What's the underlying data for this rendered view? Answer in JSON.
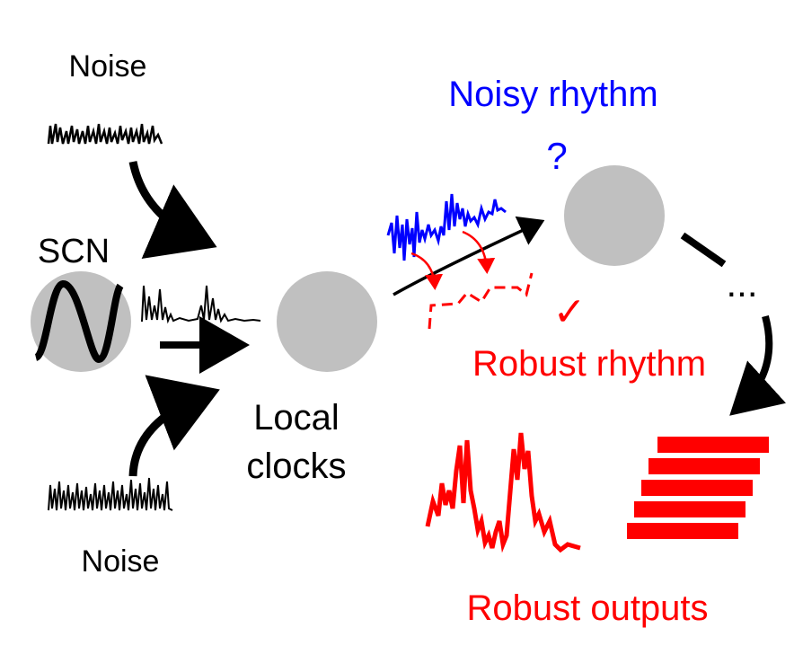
{
  "labels": {
    "noise_top": "Noise",
    "scn": "SCN",
    "noise_bottom": "Noise",
    "local_clocks_line1": "Local",
    "local_clocks_line2": "clocks",
    "noisy_rhythm": "Noisy rhythm",
    "question_mark": "?",
    "robust_rhythm": "Robust rhythm",
    "check_mark": "✓",
    "ellipsis": "...",
    "robust_outputs": "Robust outputs"
  },
  "colors": {
    "black": "#000000",
    "blue": "#0000ff",
    "red": "#ff0000",
    "gray_circle": "#c0c0c0"
  },
  "icons": [
    "scn-circle",
    "local-clock-circle",
    "downstream-clock-circle",
    "sine-wave",
    "arrow",
    "check-icon",
    "bar-stack"
  ]
}
